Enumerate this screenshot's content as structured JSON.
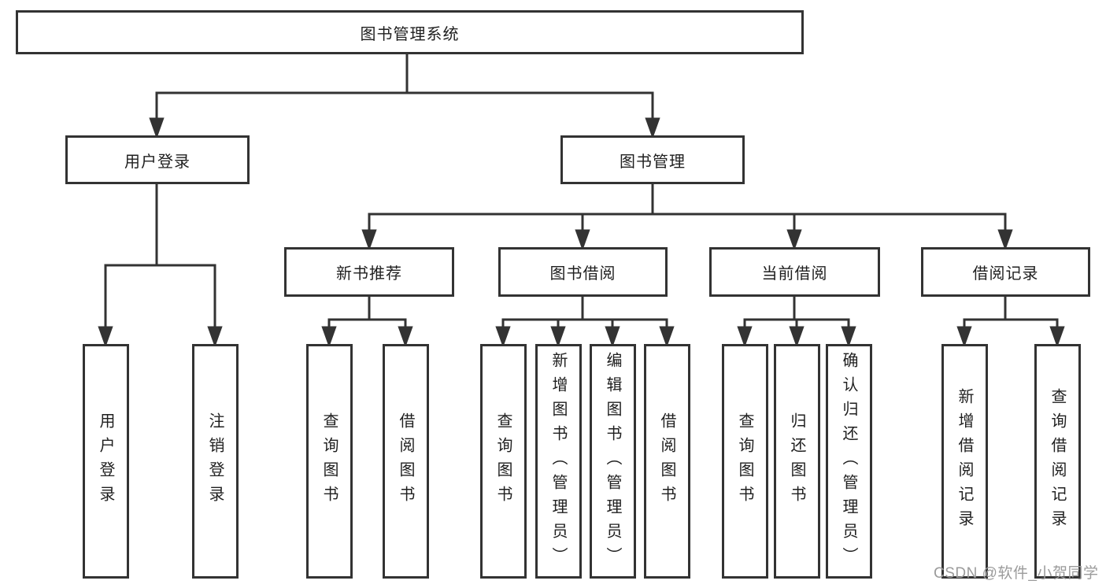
{
  "diagram": {
    "colors": {
      "line": "#333333",
      "box_border": "#333333",
      "text": "#1f1f1f",
      "watermark": "#9b9b9b",
      "background": "#ffffff"
    },
    "tree": {
      "label": "图书管理系统",
      "children": [
        {
          "label": "用户登录",
          "children": [
            {
              "label": "用户登录"
            },
            {
              "label": "注销登录"
            }
          ]
        },
        {
          "label": "图书管理",
          "children": [
            {
              "label": "新书推荐",
              "children": [
                {
                  "label": "查询图书"
                },
                {
                  "label": "借阅图书"
                }
              ]
            },
            {
              "label": "图书借阅",
              "children": [
                {
                  "label": "查询图书"
                },
                {
                  "label": "新增图书（管理员）"
                },
                {
                  "label": "编辑图书（管理员）"
                },
                {
                  "label": "借阅图书"
                }
              ]
            },
            {
              "label": "当前借阅",
              "children": [
                {
                  "label": "查询图书"
                },
                {
                  "label": "归还图书"
                },
                {
                  "label": "确认归还（管理员）"
                }
              ]
            },
            {
              "label": "借阅记录",
              "children": [
                {
                  "label": "新增借阅记录"
                },
                {
                  "label": "查询借阅记录"
                }
              ]
            }
          ]
        }
      ]
    },
    "watermark": {
      "text": "CSDN @软件_小贺同学"
    }
  }
}
